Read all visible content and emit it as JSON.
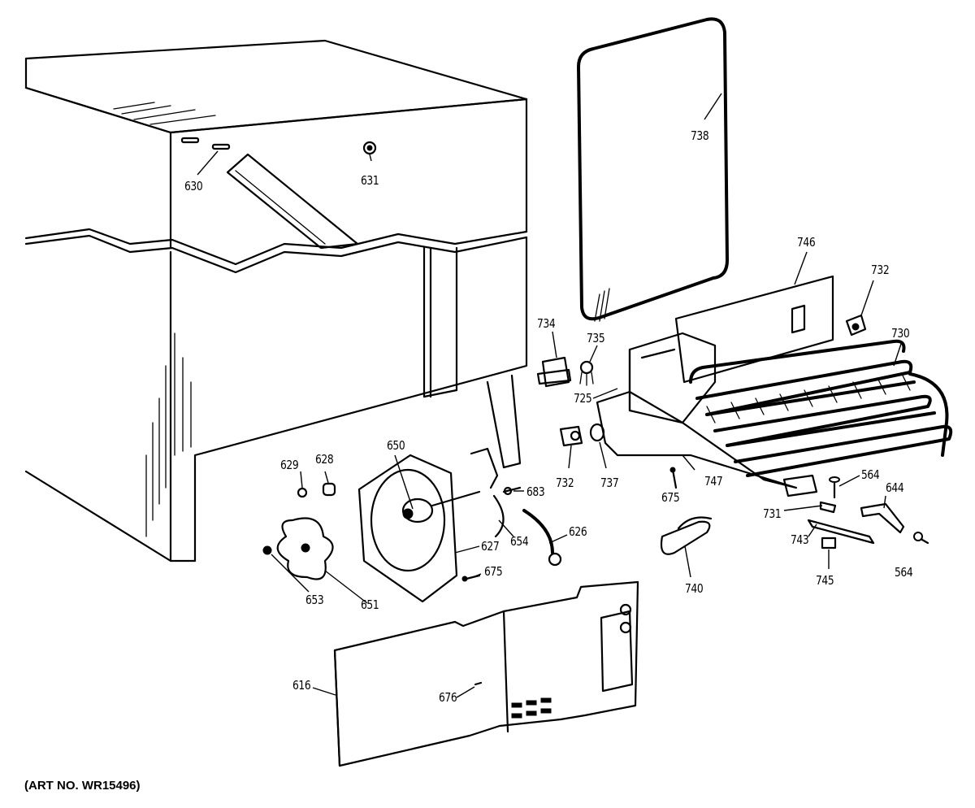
{
  "diagram": {
    "art_number": "(ART NO. WR15496)",
    "callouts": [
      {
        "id": "c630",
        "text": "630"
      },
      {
        "id": "c631",
        "text": "631"
      },
      {
        "id": "c738",
        "text": "738"
      },
      {
        "id": "c746",
        "text": "746"
      },
      {
        "id": "c732a",
        "text": "732"
      },
      {
        "id": "c730",
        "text": "730"
      },
      {
        "id": "c734",
        "text": "734"
      },
      {
        "id": "c735",
        "text": "735"
      },
      {
        "id": "c725",
        "text": "725"
      },
      {
        "id": "c650",
        "text": "650"
      },
      {
        "id": "c629",
        "text": "629"
      },
      {
        "id": "c628",
        "text": "628"
      },
      {
        "id": "c683",
        "text": "683"
      },
      {
        "id": "c732b",
        "text": "732"
      },
      {
        "id": "c737",
        "text": "737"
      },
      {
        "id": "c675a",
        "text": "675"
      },
      {
        "id": "c747",
        "text": "747"
      },
      {
        "id": "c564a",
        "text": "564"
      },
      {
        "id": "c644",
        "text": "644"
      },
      {
        "id": "c731",
        "text": "731"
      },
      {
        "id": "c743",
        "text": "743"
      },
      {
        "id": "c745",
        "text": "745"
      },
      {
        "id": "c564b",
        "text": "564"
      },
      {
        "id": "c654",
        "text": "654"
      },
      {
        "id": "c626",
        "text": "626"
      },
      {
        "id": "c627",
        "text": "627"
      },
      {
        "id": "c675b",
        "text": "675"
      },
      {
        "id": "c653",
        "text": "653"
      },
      {
        "id": "c651",
        "text": "651"
      },
      {
        "id": "c740",
        "text": "740"
      },
      {
        "id": "c616",
        "text": "616"
      },
      {
        "id": "c676",
        "text": "676"
      }
    ]
  }
}
